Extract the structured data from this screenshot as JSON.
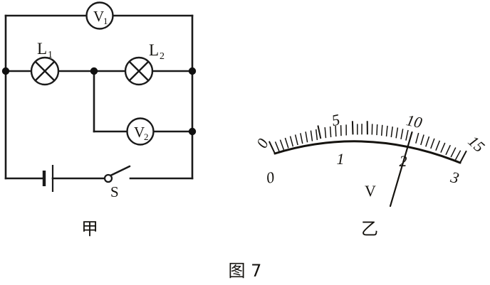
{
  "figure": {
    "caption": "图 7",
    "panels": [
      {
        "id": "left",
        "label": "甲",
        "kind": "circuit-diagram"
      },
      {
        "id": "right",
        "label": "乙",
        "kind": "analog-voltmeter-scale"
      }
    ]
  },
  "circuit": {
    "lamps": [
      {
        "name": "L1",
        "base": "L",
        "sub": "1"
      },
      {
        "name": "L2",
        "base": "L",
        "sub": "2"
      }
    ],
    "voltmeters": [
      {
        "name": "V1",
        "base": "V",
        "sub": "1"
      },
      {
        "name": "V2",
        "base": "V",
        "sub": "2"
      }
    ],
    "switch": {
      "label": "S",
      "state": "open"
    },
    "battery": {
      "label": ""
    }
  },
  "meter": {
    "unit_label": "V",
    "outer_scale": {
      "ticks": [
        "0",
        "5",
        "10",
        "15"
      ],
      "range": [
        0,
        15
      ],
      "minor_per_major": 10
    },
    "inner_scale": {
      "ticks": [
        "0",
        "1",
        "2",
        "3"
      ],
      "range": [
        0,
        3
      ]
    },
    "needle": {
      "reading_outer": "10",
      "reading_inner": "2"
    }
  },
  "colors": {
    "ink": "#1a1a1a",
    "paper": "#ffffff"
  }
}
